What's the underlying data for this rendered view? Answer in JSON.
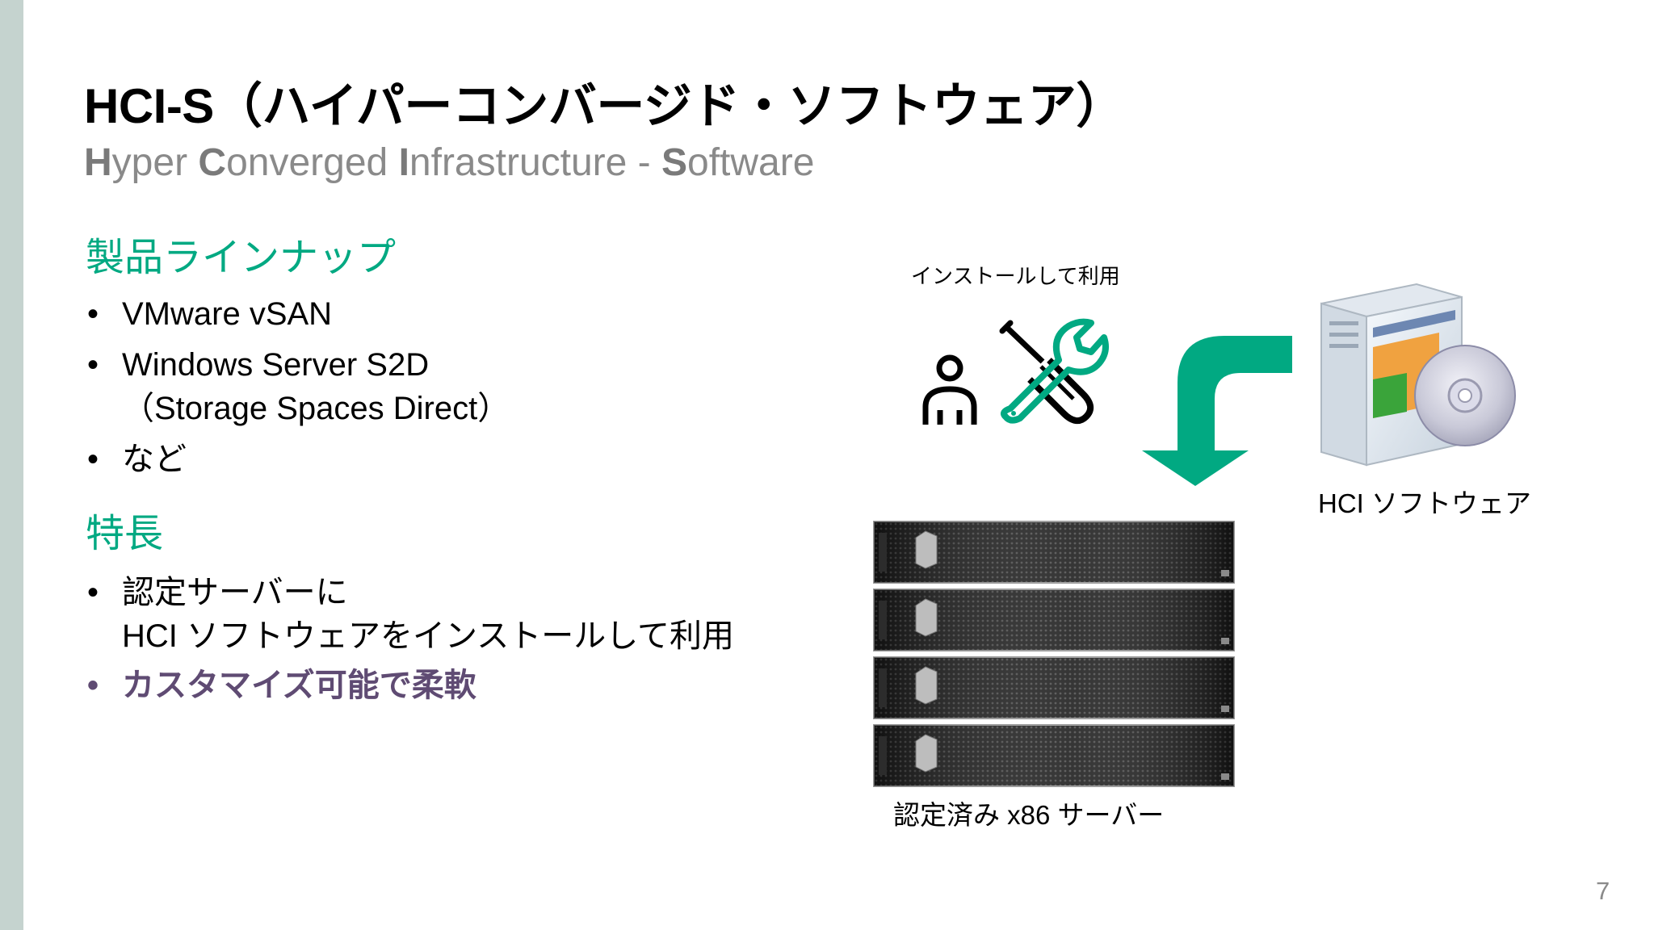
{
  "slide": {
    "title": "HCI-S（ハイパーコンバージド・ソフトウェア）",
    "subtitle": {
      "parts": [
        {
          "letter": "H",
          "rest": "yper "
        },
        {
          "letter": "C",
          "rest": "onverged "
        },
        {
          "letter": "I",
          "rest": "nfrastructure - "
        },
        {
          "letter": "S",
          "rest": "oftware"
        }
      ]
    },
    "page_number": "7"
  },
  "lineup": {
    "heading": "製品ラインナップ",
    "items": [
      {
        "bullet": "•",
        "line1": "VMware vSAN"
      },
      {
        "bullet": "•",
        "line1": "Windows Server S2D",
        "line2": "（Storage Spaces Direct）"
      },
      {
        "bullet": "•",
        "line1": "など"
      }
    ]
  },
  "features": {
    "heading": "特長",
    "items": [
      {
        "bullet": "•",
        "line1": "認定サーバーに",
        "line2": "HCI ソフトウェアをインストールして利用"
      },
      {
        "bullet": "•",
        "line1": "カスタマイズ可能で柔軟"
      }
    ]
  },
  "diagram": {
    "install_label": "インストールして利用",
    "software_label": "HCI ソフトウェア",
    "server_label": "認定済み x86 サーバー",
    "icons": [
      "person-icon",
      "tools-icon",
      "arrow-down-curve-icon",
      "software-box-icon",
      "server-rack-icon"
    ],
    "colors": {
      "accent": "#01a982",
      "purple": "#5f4b73",
      "sidebar": "#c5d3cf"
    }
  }
}
